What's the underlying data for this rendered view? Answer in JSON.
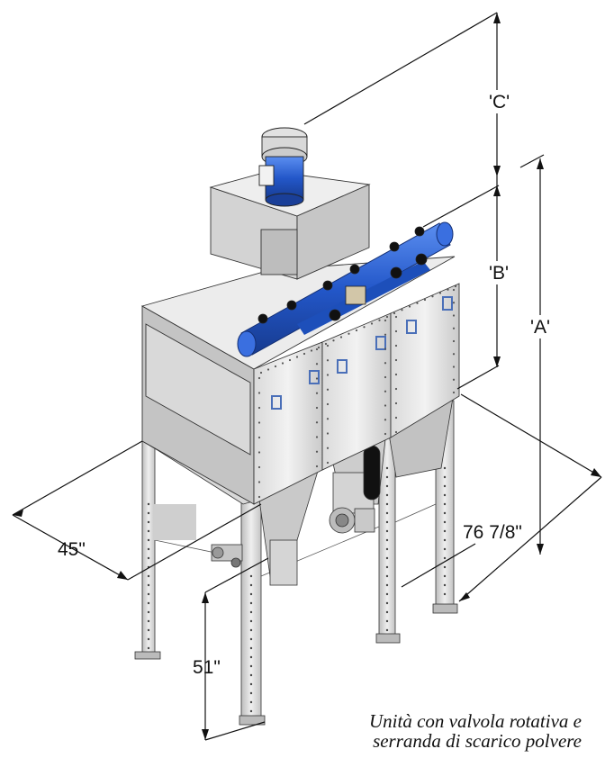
{
  "dimensions": {
    "a": "'A'",
    "b": "'B'",
    "c": "'C'",
    "width": "45\"",
    "depth": "76 7/8\"",
    "clearance": "51\""
  },
  "caption": {
    "line1": "Unità con valvola rotativa e",
    "line2": "serranda di scarico polvere"
  },
  "colors": {
    "line": "#111111",
    "steel_light": "#e6e6e6",
    "steel_mid": "#cfcfcf",
    "steel_dark": "#a8a8a8",
    "blue": "#2357c9"
  }
}
